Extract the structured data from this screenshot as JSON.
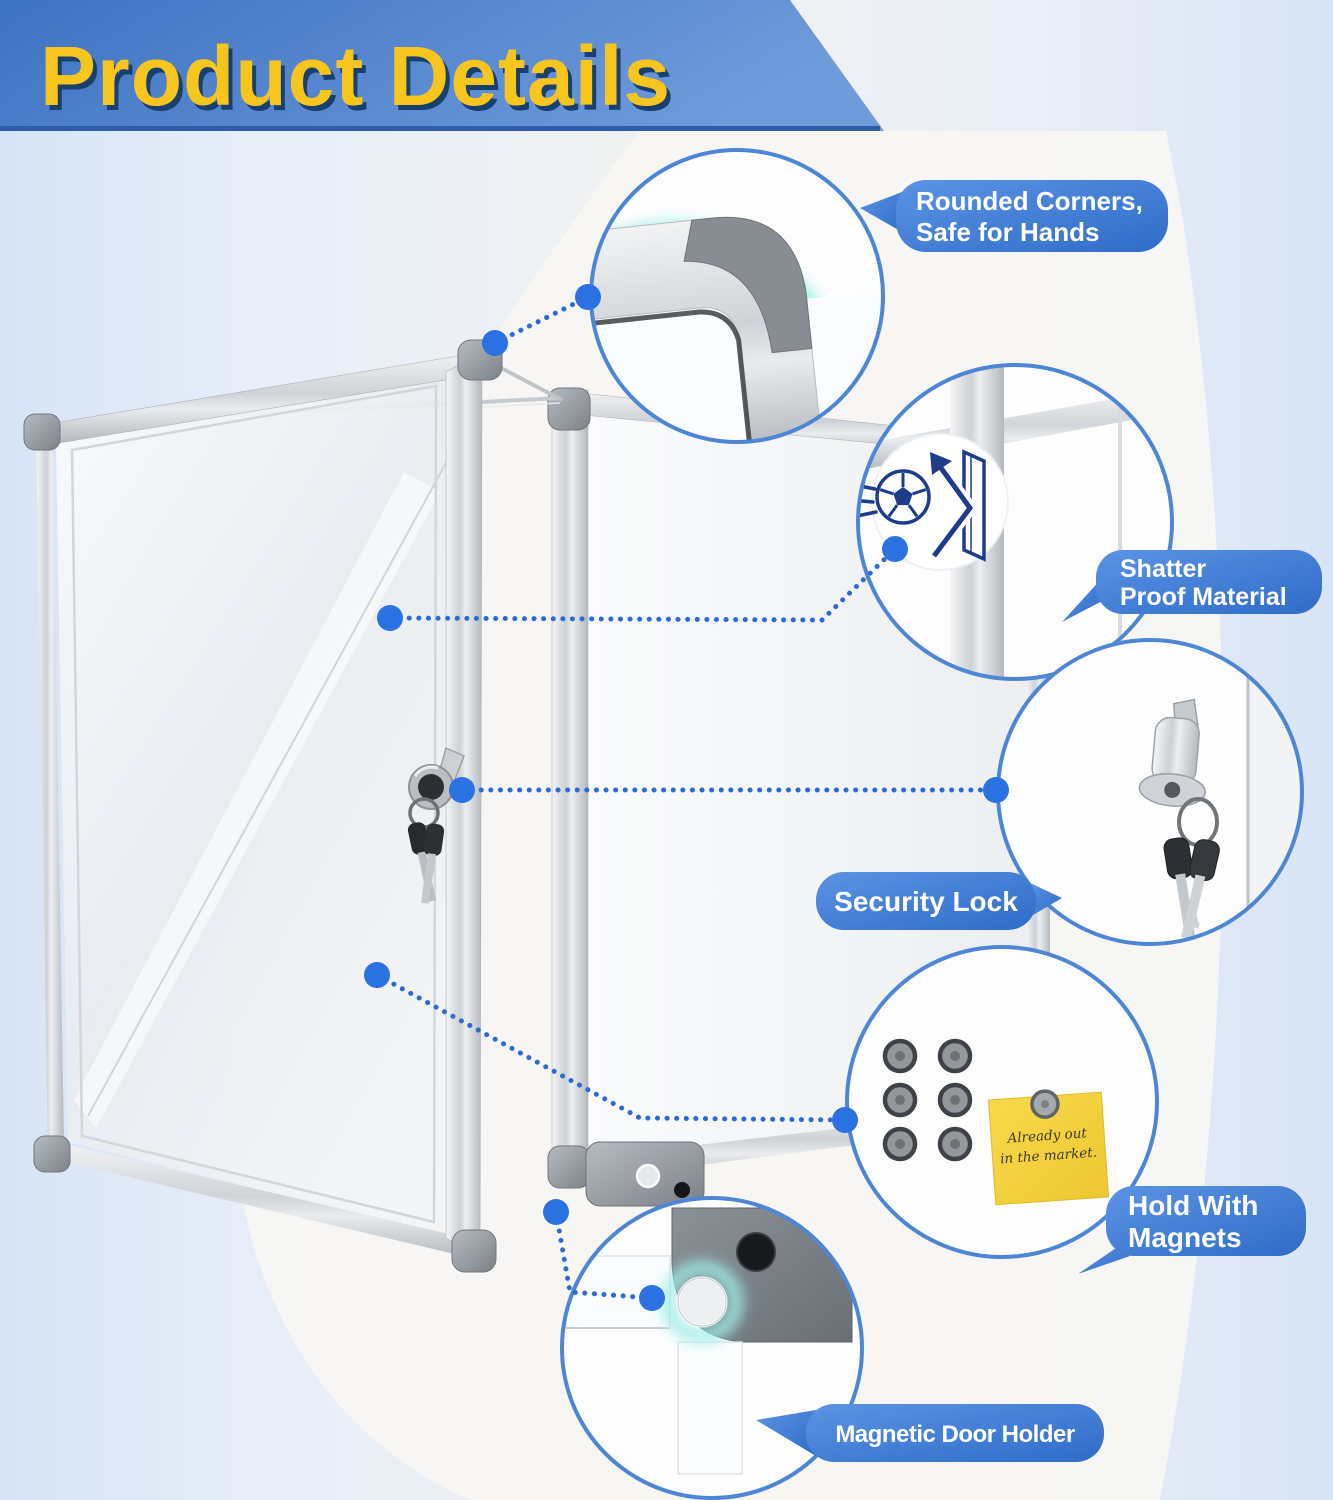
{
  "header": {
    "title": "Product Details"
  },
  "callouts": {
    "rounded_corners": {
      "line1": "Rounded Corners,",
      "line2": "Safe for Hands"
    },
    "shatter_proof": {
      "line1": "Shatter",
      "line2": "Proof Material"
    },
    "security_lock": {
      "label": "Security Lock"
    },
    "hold_with_magnets": {
      "line1": "Hold With",
      "line2": "Magnets"
    },
    "magnetic_door_holder": {
      "label": "Magnetic Door Holder"
    }
  },
  "product": {
    "sticky_note": {
      "line1": "Already out",
      "line2": "in the market."
    }
  },
  "icons": {
    "soccer_ball": "soccer-ball-icon",
    "bounce_arrow": "bounce-arrow-icon",
    "glass_pane": "glass-pane-icon",
    "lock_cylinder": "lock-cylinder-icon",
    "keys": "keys-icon",
    "magnet": "magnet-icon",
    "glowing_magnet": "glowing-magnet-icon"
  },
  "colors": {
    "banner_blue_1": "#3e73c3",
    "banner_blue_2": "#6e9bda",
    "banner_edge": "#2e5ca8",
    "title_yellow": "#f8c51f",
    "title_shadow": "#17406e",
    "pill_blue_1": "#5b93e4",
    "pill_blue_2": "#2f6cc8",
    "circle_border": "#4e86d6",
    "dot_blue": "#2a72e2",
    "dotted_line": "#2d6bd2",
    "glow_cyan": "#9feee6",
    "sticky_yellow": "#f8d84a",
    "icon_navy": "#1e3c8c"
  }
}
